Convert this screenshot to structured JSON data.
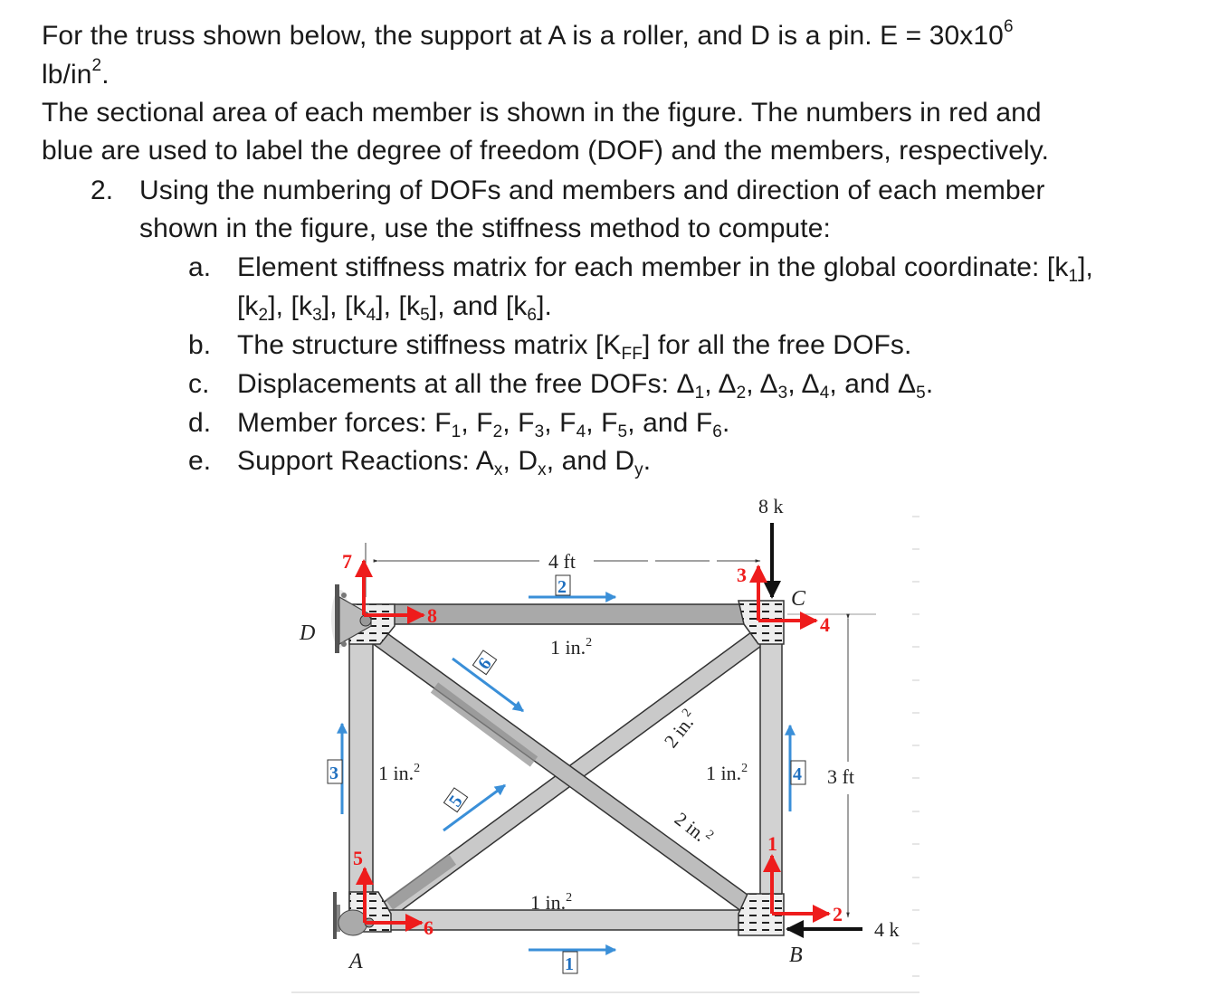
{
  "problem": {
    "intro_line1": "For the truss shown below, the support at A is a roller, and D is a pin. E = 30x10",
    "intro_exp": "6",
    "intro_line2_pre": "lb/in",
    "intro_line2_sup": "2",
    "intro_line2_post": ".",
    "intro_line3": "The sectional area of each member is shown in the figure. The numbers in red and",
    "intro_line4": "blue are used to label the degree of freedom (DOF) and the members, respectively.",
    "q_number": "2.",
    "q_line1": "Using the numbering of DOFs and members and direction of each member",
    "q_line2": "shown in the figure, use the stiffness method to compute:",
    "items": [
      {
        "letter": "a.",
        "text": "Element stiffness matrix for each member in the global coordinate: [k",
        "sub": "1",
        "tail": "],"
      },
      {
        "letter": "b.",
        "text": "The structure stiffness matrix [K",
        "sub": "FF",
        "tail": "] for all the free DOFs."
      },
      {
        "letter": "c.",
        "text": "Displacements at all the free DOFs: Δ",
        "subs": [
          "1",
          "2",
          "3",
          "4",
          "5"
        ]
      },
      {
        "letter": "d.",
        "text": "Member forces: F",
        "subs": [
          "1",
          "2",
          "3",
          "4",
          "5",
          "6"
        ]
      },
      {
        "letter": "e.",
        "text": "Support Reactions: A",
        "subs": [
          "x",
          "x",
          "y"
        ]
      }
    ],
    "item_a_line2": [
      "[k",
      "2",
      "], [k",
      "3",
      "],  [k",
      "4",
      "], [k",
      "5",
      "], and [k",
      "6",
      "]."
    ],
    "item_e_parts": [
      "Support Reactions: A",
      "x",
      ", D",
      "x",
      ", and D",
      "y",
      "."
    ]
  },
  "figure": {
    "loads": {
      "top": "8 k",
      "right": "4 k"
    },
    "dimensions": {
      "horizontal": "4 ft",
      "vertical": "3 ft"
    },
    "nodes": {
      "A": "A",
      "B": "B",
      "C": "C",
      "D": "D"
    },
    "areas": {
      "top": "1 in.",
      "bottom": "1 in.",
      "left": "1 in.",
      "right": "1 in.",
      "diag_up": "2 in.",
      "diag_down": "2 in.",
      "sup": "2"
    },
    "dofs": [
      "1",
      "2",
      "3",
      "4",
      "5",
      "6",
      "7",
      "8"
    ],
    "members": [
      "1",
      "2",
      "3",
      "4",
      "5",
      "6"
    ],
    "colors": {
      "dof": "#ee1c1c",
      "member": "#3a8fd8",
      "member_text": "#1f6fbf",
      "load": "#111111",
      "truss": "#c8c8c8",
      "truss_dark": "#9a9a9a"
    }
  }
}
